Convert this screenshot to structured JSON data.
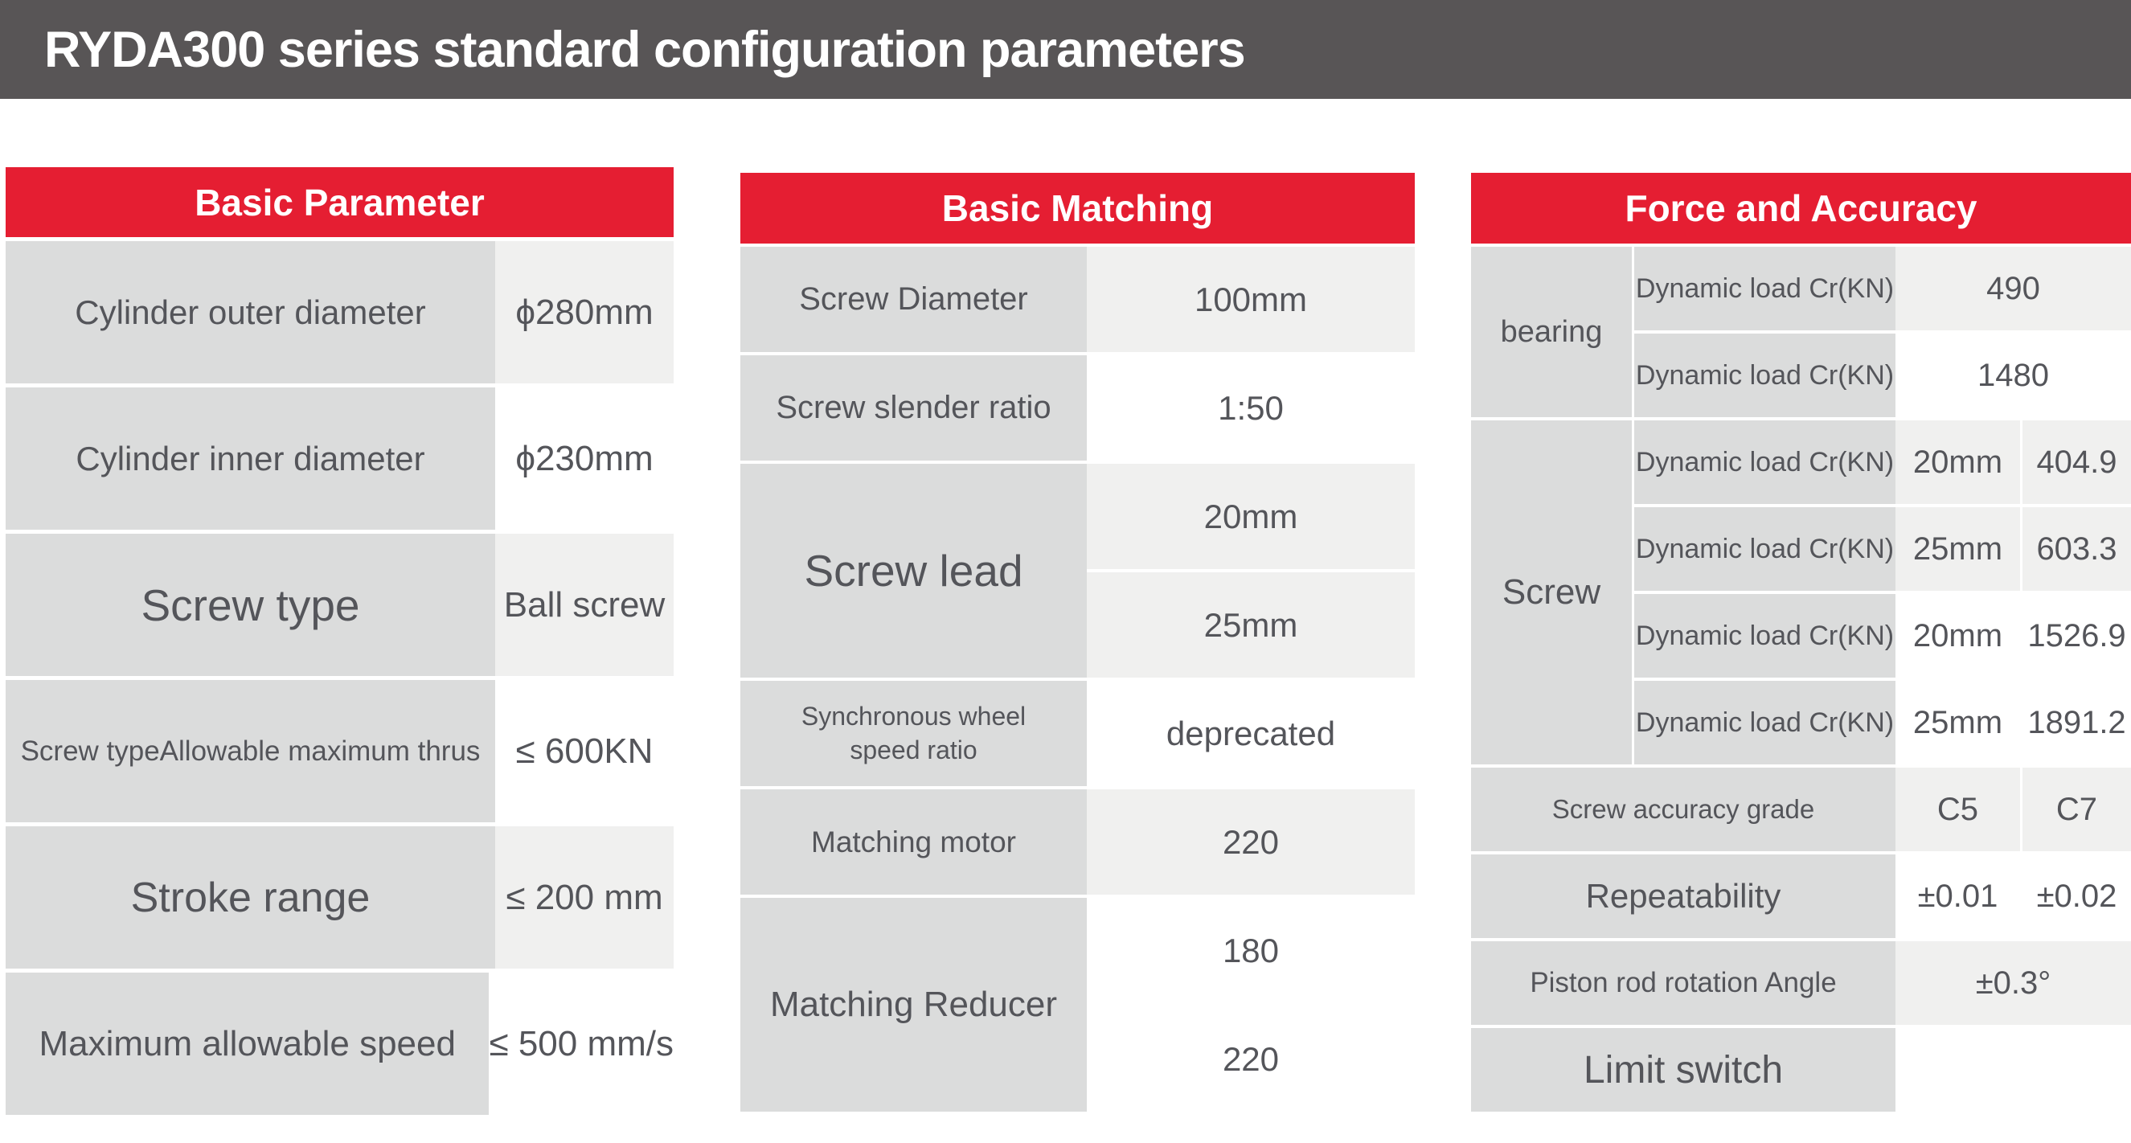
{
  "title": "RYDA300 series standard configuration parameters",
  "colors": {
    "title_bar": "#585556",
    "header_red": "#e51e32",
    "label_cell_gray": "#dbdcdc",
    "value_cell_light": "#f0f0ef",
    "value_cell_white": "#ffffff",
    "text": "#54555a",
    "header_text": "#ffffff"
  },
  "tables": {
    "basic_parameter": {
      "header": "Basic Parameter",
      "rows": [
        {
          "label": "Cylinder outer diameter",
          "value": "ϕ280mm"
        },
        {
          "label": "Cylinder inner diameter",
          "value": "ϕ230mm"
        },
        {
          "label": "Screw type",
          "value": "Ball screw"
        },
        {
          "label": "Screw typeAllowable maximum thrus",
          "value": "≤ 600KN"
        },
        {
          "label": "Stroke range",
          "value": "≤ 200 mm"
        },
        {
          "label": "Maximum allowable speed",
          "value": "≤ 500 mm/s"
        }
      ]
    },
    "basic_matching": {
      "header": "Basic Matching",
      "rows": [
        {
          "label": "Screw Diameter",
          "value": "100mm"
        },
        {
          "label": "Screw slender ratio",
          "value": "1:50"
        },
        {
          "label": "Screw lead",
          "values": [
            "20mm",
            "25mm"
          ]
        },
        {
          "label": "Synchronous wheel speed ratio",
          "value": "deprecated"
        },
        {
          "label": "Matching motor",
          "value": "220"
        },
        {
          "label": "Matching Reducer",
          "values": [
            "180",
            "220"
          ]
        }
      ]
    },
    "force_and_accuracy": {
      "header": "Force and Accuracy",
      "groups": [
        {
          "name": "bearing",
          "rows": [
            {
              "param": "Dynamic load Cr(KN)",
              "value": "490"
            },
            {
              "param": "Dynamic load Cr(KN)",
              "value": "1480"
            }
          ]
        },
        {
          "name": "Screw",
          "rows": [
            {
              "param": "Dynamic load Cr(KN)",
              "size": "20mm",
              "value": "404.9"
            },
            {
              "param": "Dynamic load Cr(KN)",
              "size": "25mm",
              "value": "603.3"
            },
            {
              "param": "Dynamic load Cr(KN)",
              "size": "20mm",
              "value": "1526.9"
            },
            {
              "param": "Dynamic load Cr(KN)",
              "size": "25mm",
              "value": "1891.2"
            }
          ]
        }
      ],
      "bottom_rows": [
        {
          "label": "Screw accuracy grade",
          "values": [
            "C5",
            "C7"
          ]
        },
        {
          "label": "Repeatability",
          "values": [
            "±0.01",
            "±0.02"
          ]
        },
        {
          "label": "Piston rod rotation Angle",
          "value": "±0.3°"
        },
        {
          "label": "Limit switch",
          "value": ""
        }
      ]
    }
  }
}
